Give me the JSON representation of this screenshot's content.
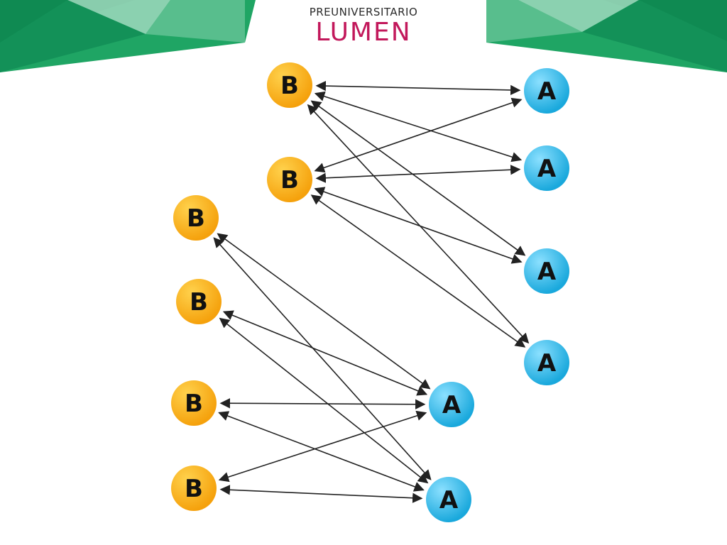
{
  "logo": {
    "top_text": "PREUNIVERSITARIO",
    "main_text": "LUMEN"
  },
  "colors": {
    "banner_dark": "#0f8a52",
    "banner_mid": "#1fa564",
    "banner_light": "#9fd8bd",
    "node_b": "#f5a10c",
    "node_b_highlight": "#ffd24d",
    "node_a": "#19a8dc",
    "node_a_highlight": "#8be0ff",
    "arrow": "#222222",
    "logo_accent": "#c2185b"
  },
  "diagram": {
    "nodes": [
      {
        "id": "b1",
        "label": "B"
      },
      {
        "id": "b2",
        "label": "B"
      },
      {
        "id": "a1",
        "label": "A"
      },
      {
        "id": "a2",
        "label": "A"
      },
      {
        "id": "a3",
        "label": "A"
      },
      {
        "id": "a4",
        "label": "A"
      },
      {
        "id": "b3",
        "label": "B"
      },
      {
        "id": "b4",
        "label": "B"
      },
      {
        "id": "b5",
        "label": "B"
      },
      {
        "id": "b6",
        "label": "B"
      },
      {
        "id": "a5",
        "label": "A"
      },
      {
        "id": "a6",
        "label": "A"
      }
    ],
    "edges": [
      [
        "b1",
        "a1"
      ],
      [
        "b1",
        "a2"
      ],
      [
        "b1",
        "a3"
      ],
      [
        "b1",
        "a4"
      ],
      [
        "b2",
        "a1"
      ],
      [
        "b2",
        "a2"
      ],
      [
        "b2",
        "a3"
      ],
      [
        "b2",
        "a4"
      ],
      [
        "b3",
        "a5"
      ],
      [
        "b3",
        "a6"
      ],
      [
        "b4",
        "a5"
      ],
      [
        "b4",
        "a6"
      ],
      [
        "b5",
        "a5"
      ],
      [
        "b5",
        "a6"
      ],
      [
        "b6",
        "a5"
      ],
      [
        "b6",
        "a6"
      ]
    ]
  }
}
